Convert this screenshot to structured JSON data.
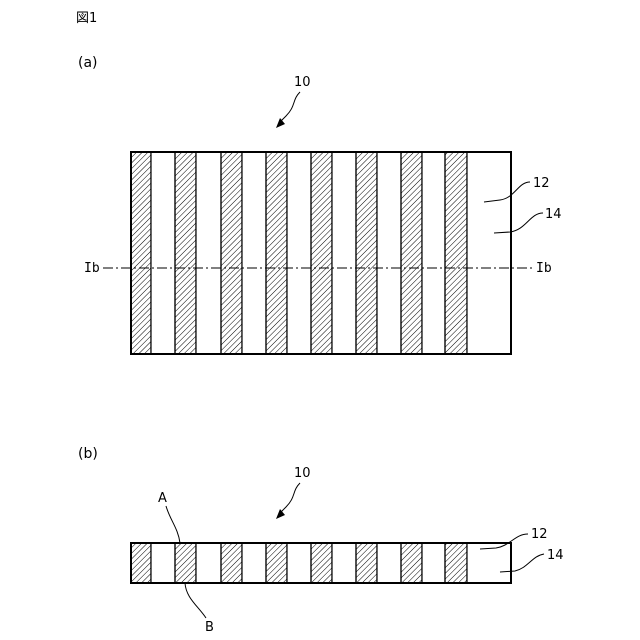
{
  "figure_label": "図1",
  "panel_a": {
    "label": "(a)",
    "ref_main": "10",
    "ref_light_strip": "12",
    "ref_hatched_strip": "14",
    "section_left": "Ib",
    "section_right": "Ib",
    "strip_pattern": [
      "h",
      "w",
      "h",
      "w",
      "h",
      "w",
      "h",
      "w",
      "h",
      "w",
      "h",
      "w",
      "h",
      "w",
      "h",
      "w"
    ]
  },
  "panel_b": {
    "label": "(b)",
    "ref_main": "10",
    "ref_light_strip": "12",
    "ref_hatched_strip": "14",
    "point_a": "A",
    "point_b": "B",
    "strip_pattern": [
      "h",
      "w",
      "h",
      "w",
      "h",
      "w",
      "h",
      "w",
      "h",
      "w",
      "h",
      "w",
      "h",
      "w",
      "h",
      "w"
    ]
  },
  "colors": {
    "stroke": "#000000",
    "fill_light": "#ffffff",
    "hatch": "#000000"
  }
}
